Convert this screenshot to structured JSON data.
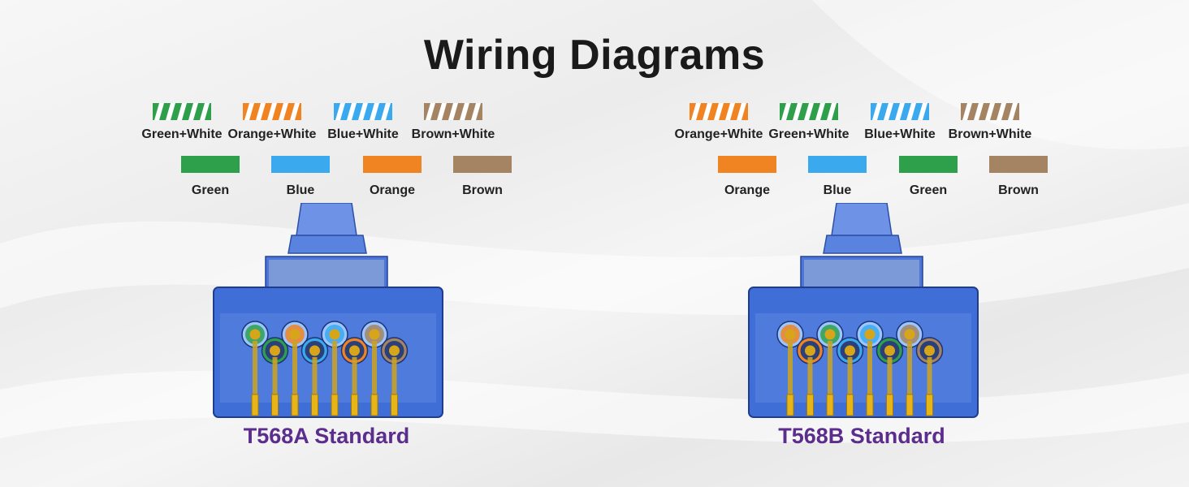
{
  "title": "Wiring Diagrams",
  "colors": {
    "green": "#2ea04c",
    "orange": "#f08422",
    "blue": "#3aa9ee",
    "brown": "#a48463",
    "connector_blue": "#3f6fd6",
    "standard_label": "#5b2d8c"
  },
  "t568a": {
    "label": "T568A Standard",
    "striped": [
      {
        "label": "Green+White",
        "color": "green"
      },
      {
        "label": "Orange+White",
        "color": "orange"
      },
      {
        "label": "Blue+White",
        "color": "blue"
      },
      {
        "label": "Brown+White",
        "color": "brown"
      }
    ],
    "solid": [
      {
        "label": "Green",
        "color": "green"
      },
      {
        "label": "Blue",
        "color": "blue"
      },
      {
        "label": "Orange",
        "color": "orange"
      },
      {
        "label": "Brown",
        "color": "brown"
      }
    ],
    "pin_colors": [
      "green",
      "green",
      "orange",
      "blue",
      "blue",
      "orange",
      "brown",
      "brown"
    ]
  },
  "t568b": {
    "label": "T568B Standard",
    "striped": [
      {
        "label": "Orange+White",
        "color": "orange"
      },
      {
        "label": "Green+White",
        "color": "green"
      },
      {
        "label": "Blue+White",
        "color": "blue"
      },
      {
        "label": "Brown+White",
        "color": "brown"
      }
    ],
    "solid": [
      {
        "label": "Orange",
        "color": "orange"
      },
      {
        "label": "Blue",
        "color": "blue"
      },
      {
        "label": "Green",
        "color": "green"
      },
      {
        "label": "Brown",
        "color": "brown"
      }
    ],
    "pin_colors": [
      "orange",
      "orange",
      "green",
      "blue",
      "blue",
      "green",
      "brown",
      "brown"
    ]
  }
}
